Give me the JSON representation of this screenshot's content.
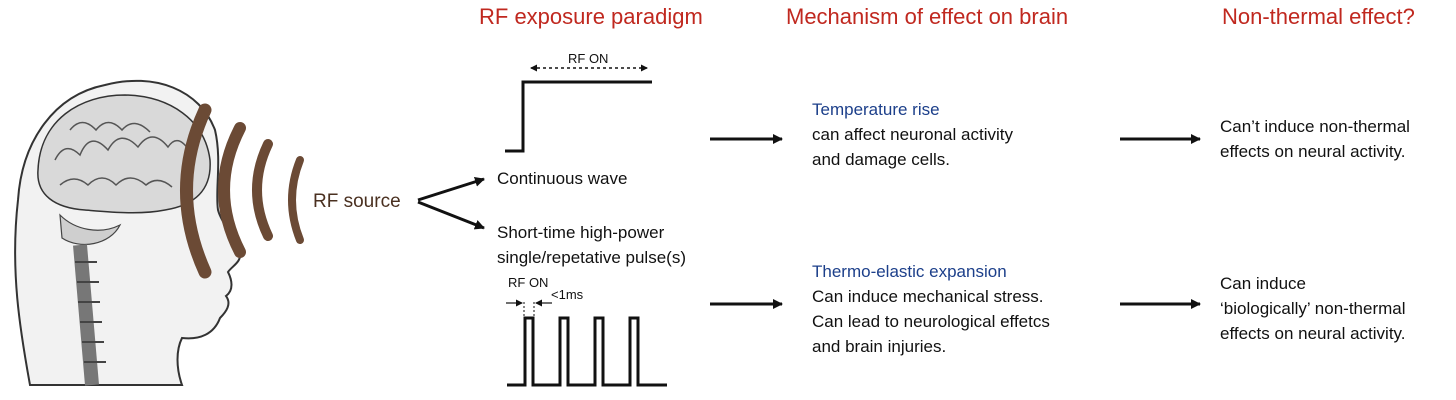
{
  "headers": {
    "paradigm": "RF exposure paradigm",
    "mechanism": "Mechanism of effect on brain",
    "nonthermal": "Non-thermal effect?"
  },
  "source_label": "RF source",
  "continuous": {
    "label": "Continuous wave",
    "rf_on_label": "RF ON",
    "mechanism_title": "Temperature rise",
    "mechanism_lines": [
      "can affect neuronal activity",
      "and damage cells."
    ],
    "effect_lines": [
      "Can’t induce non-thermal",
      "effects on neural activity."
    ]
  },
  "pulsed": {
    "label_lines": [
      "Short-time high-power",
      "single/repetative pulse(s)"
    ],
    "rf_on_label": "RF ON",
    "duration_label": "<1ms",
    "mechanism_title": "Thermo-elastic expansion",
    "mechanism_lines": [
      "Can induce mechanical stress.",
      "Can lead to neurological effetcs",
      "and brain injuries."
    ],
    "effect_lines": [
      "Can induce",
      "‘biologically’ non-thermal",
      "effects on neural activity."
    ]
  },
  "colors": {
    "header": "#c0281f",
    "subheading": "#1c3f8a",
    "wave": "#6b4a35",
    "text": "#111111"
  }
}
